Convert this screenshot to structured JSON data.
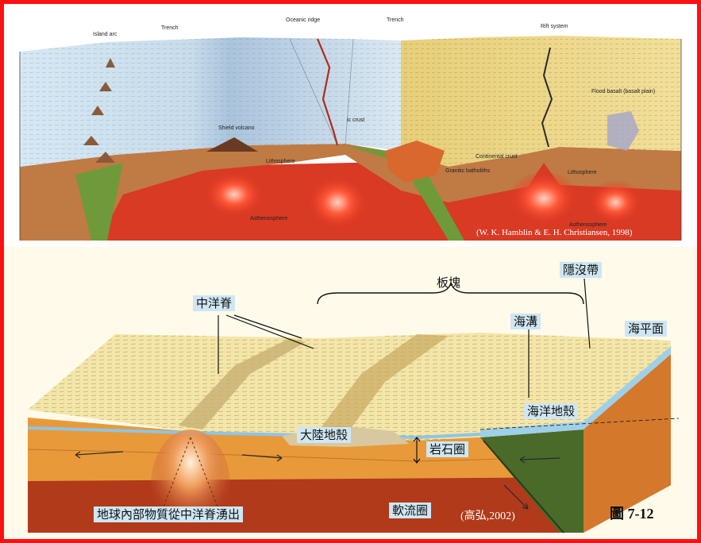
{
  "top_panel": {
    "labels": {
      "island_arc": "Island arc",
      "trench_left": "Trench",
      "oceanic_ridge": "Oceanic ridge",
      "trench_right": "Trench",
      "rift_system": "Rift system",
      "flood_basalt": "Flood basalt (basalt plain)",
      "shield_volcano": "Shield volcano",
      "oceanic_crust": "ic crust",
      "continental_crust": "Continental crust",
      "granitic_batholiths": "Granitic batholiths",
      "lithosphere_left": "Lithosphere",
      "lithosphere_right": "Lithosphere",
      "asthenosphere_left": "Asthenosphere",
      "asthenosphere_right": "Asthenosphere"
    },
    "credit": "(W. K. Hamblin & E. H. Christiansen, 1998)"
  },
  "bottom_panel": {
    "labels": {
      "mid_ocean_ridge": "中洋脊",
      "plate": "板塊",
      "subduction_zone": "隱沒帶",
      "trench": "海溝",
      "sea_level": "海平面",
      "oceanic_crust": "海洋地殼",
      "continental_crust": "大陸地殼",
      "lithosphere": "岩石圈",
      "asthenosphere": "軟流圈",
      "upwelling": "地球內部物質從中洋脊湧出"
    },
    "credit": "(高弘,2002)",
    "figure_number": "圖 7-12"
  },
  "colors": {
    "frame": "#ff1010",
    "ocean": "#dcebf4",
    "continent": "#f0dc8a",
    "lithosphere": "#c8804a",
    "asthenosphere": "#d83020",
    "label_bg": "#cfe6f3"
  }
}
